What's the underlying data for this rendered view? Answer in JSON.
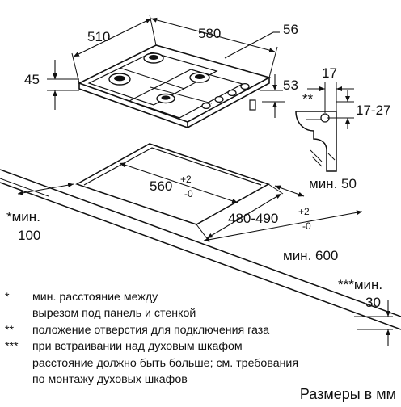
{
  "dimensions": {
    "width_510": "510",
    "width_580": "580",
    "depth_56": "56",
    "height_45": "45",
    "edge_53": "53",
    "bracket_17": "17",
    "bracket_range": "17-27",
    "bracket_marker": "**",
    "cutout_width": "560",
    "cutout_width_tol_plus": "+2",
    "cutout_width_tol_minus": "-0",
    "cutout_depth": "480-490",
    "cutout_depth_tol_plus": "+2",
    "cutout_depth_tol_minus": "-0",
    "min_50": "мин. 50",
    "min_100_label": "*мин.",
    "min_100_value": "100",
    "min_600": "мин. 600",
    "min_30_label": "***мин.",
    "min_30_value": "30"
  },
  "notes": [
    {
      "mark": "*",
      "lines": [
        "мин. расстояние между",
        "вырезом под панель и стенкой"
      ]
    },
    {
      "mark": "**",
      "lines": [
        "положение отверстия для подключения газа"
      ]
    },
    {
      "mark": "***",
      "lines": [
        "при встраивании над духовым шкафом",
        "расстояние должно быть больше; см. требования",
        "по монтажу духовых шкафов"
      ]
    }
  ],
  "units_label": "Размеры в мм"
}
